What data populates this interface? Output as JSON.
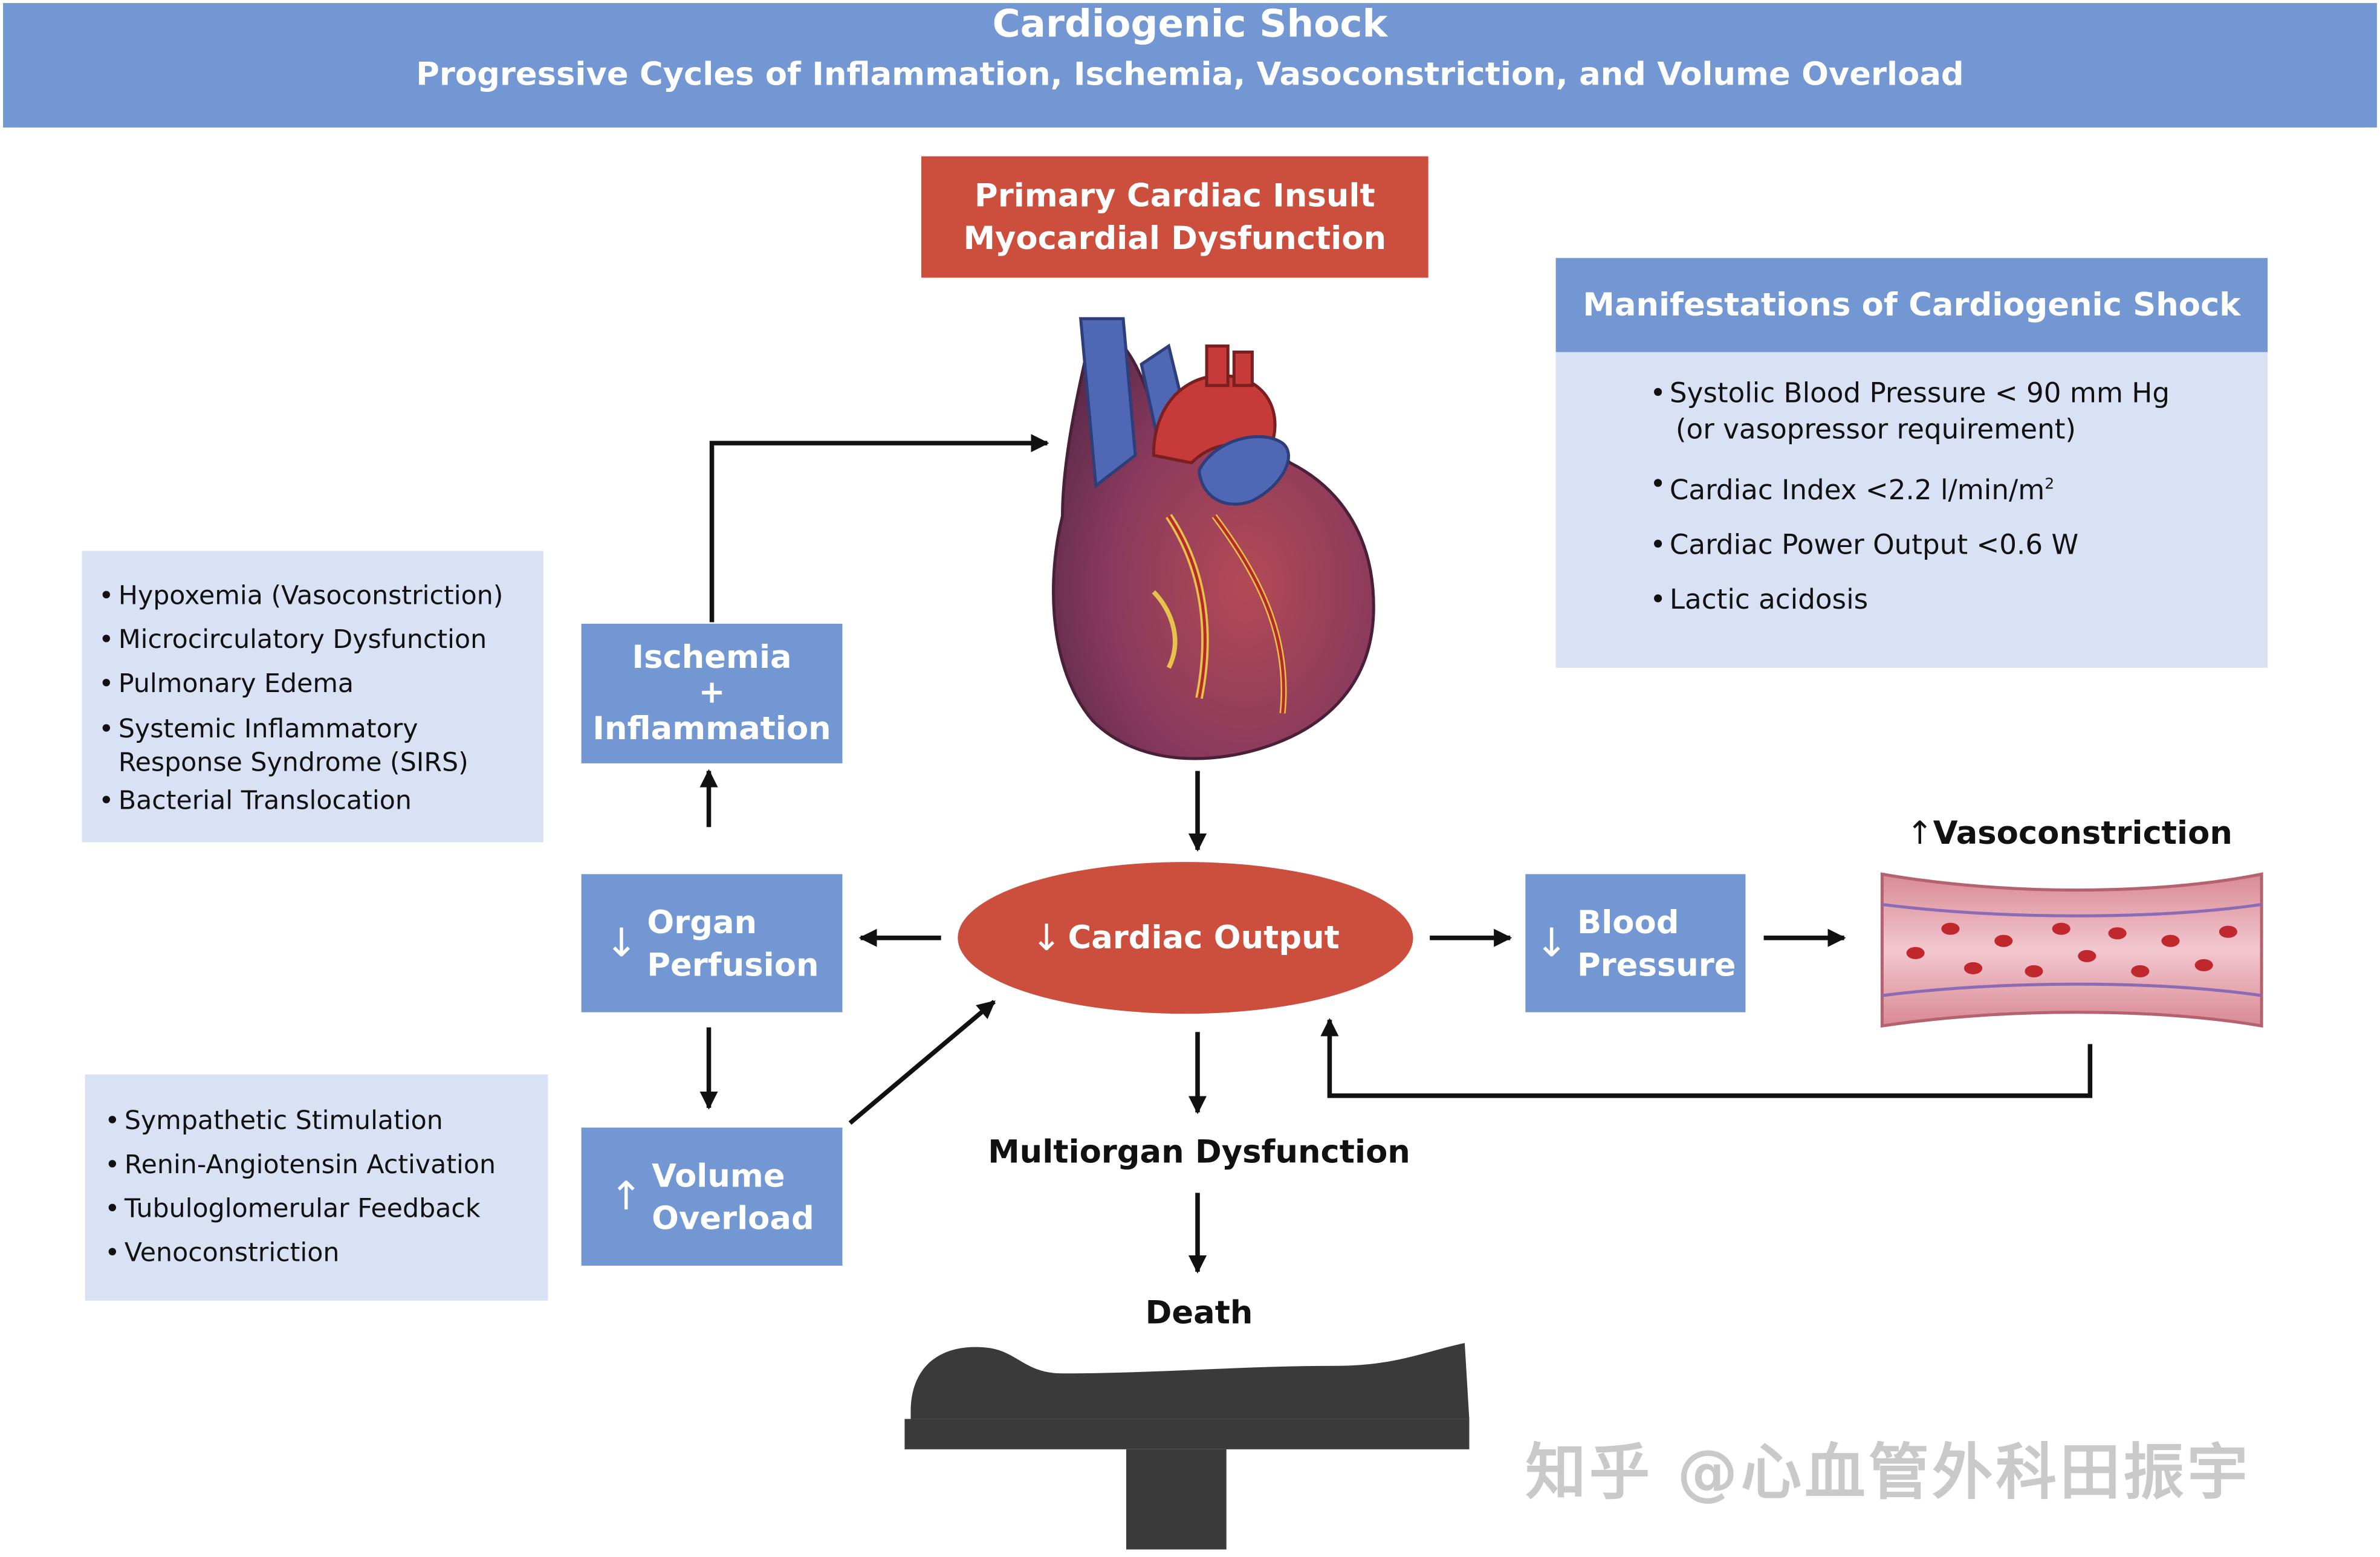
{
  "header": {
    "title": "Cardiogenic Shock",
    "subtitle": "Progressive Cycles of Inflammation, Ischemia, Vasoconstriction, and Volume Overload"
  },
  "primary_insult": {
    "line1": "Primary Cardiac Insult",
    "line2": "Myocardial Dysfunction"
  },
  "manifestations": {
    "title": "Manifestations of Cardiogenic Shock",
    "items": [
      "Systolic Blood Pressure < 90 mm Hg",
      "(or vasopressor requirement)",
      "Cardiac Index <2.2 l/min/m",
      "2",
      "Cardiac Power Output <0.6 W",
      "Lactic acidosis"
    ]
  },
  "ischemia_box": {
    "line1": "Ischemia",
    "line2": "+",
    "line3": "Inflammation"
  },
  "ischemia_effects": [
    "Hypoxemia (Vasoconstriction)",
    "Microcirculatory Dysfunction",
    "Pulmonary Edema",
    "Systemic Inflammatory",
    "Response Syndrome (SIRS)",
    "Bacterial Translocation"
  ],
  "organ_perfusion": {
    "arrow": "↓",
    "line1": "Organ",
    "line2": "Perfusion"
  },
  "cardiac_output": {
    "arrow": "↓",
    "label": "Cardiac Output"
  },
  "blood_pressure": {
    "arrow": "↓",
    "line1": "Blood",
    "line2": "Pressure"
  },
  "vasoconstriction": {
    "arrow": "↑",
    "label": "Vasoconstriction"
  },
  "volume_overload": {
    "arrow": "↑",
    "line1": "Volume",
    "line2": "Overload"
  },
  "volume_effects": [
    "Sympathetic Stimulation",
    "Renin-Angiotensin Activation",
    "Tubuloglomerular Feedback",
    "Venoconstriction"
  ],
  "multiorgan": "Multiorgan Dysfunction",
  "death": "Death",
  "watermark": "知乎 @心血管外科田振宇",
  "colors": {
    "header_blue": "#7297d2",
    "box_blue": "#7297d2",
    "light_blue": "#d9e1f4",
    "insult_red": "#cc4e3c",
    "arrow": "#111111"
  },
  "icons": [
    "heart-illustration",
    "blood-vessel-illustration",
    "patient-silhouette-icon"
  ]
}
